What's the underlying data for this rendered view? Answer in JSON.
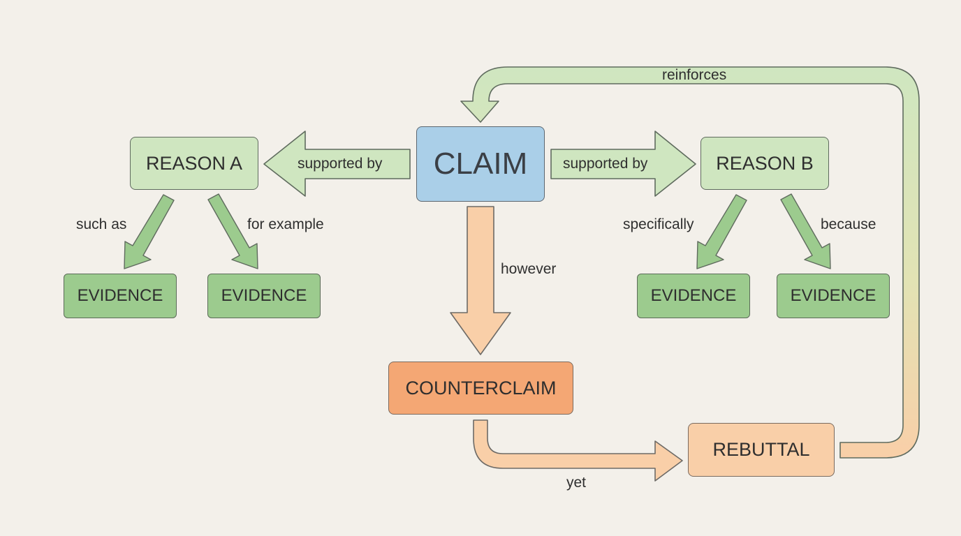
{
  "nodes": {
    "claim": "CLAIM",
    "reason_a": "REASON A",
    "reason_b": "REASON B",
    "evidence_a1": "EVIDENCE",
    "evidence_a2": "EVIDENCE",
    "evidence_b1": "EVIDENCE",
    "evidence_b2": "EVIDENCE",
    "counterclaim": "COUNTERCLAIM",
    "rebuttal": "REBUTTAL"
  },
  "edges": {
    "claim_to_reason_a": "supported by",
    "claim_to_reason_b": "supported by",
    "reason_a_to_evidence_1": "such as",
    "reason_a_to_evidence_2": "for example",
    "reason_b_to_evidence_1": "specifically",
    "reason_b_to_evidence_2": "because",
    "claim_to_counterclaim": "however",
    "counterclaim_to_rebuttal": "yet",
    "rebuttal_to_claim": "reinforces"
  },
  "colors": {
    "background": "#f3f0ea",
    "claim": "#aacfe8",
    "reason": "#cfe6c0",
    "evidence": "#9ccb8e",
    "counterclaim": "#f4a774",
    "rebuttal": "#f9cfa8",
    "support_arrow": "#cfe6c0",
    "evidence_arrow": "#9ccb8e",
    "counter_arrow": "#f9cfa8",
    "outline": "#5f6b5e"
  }
}
